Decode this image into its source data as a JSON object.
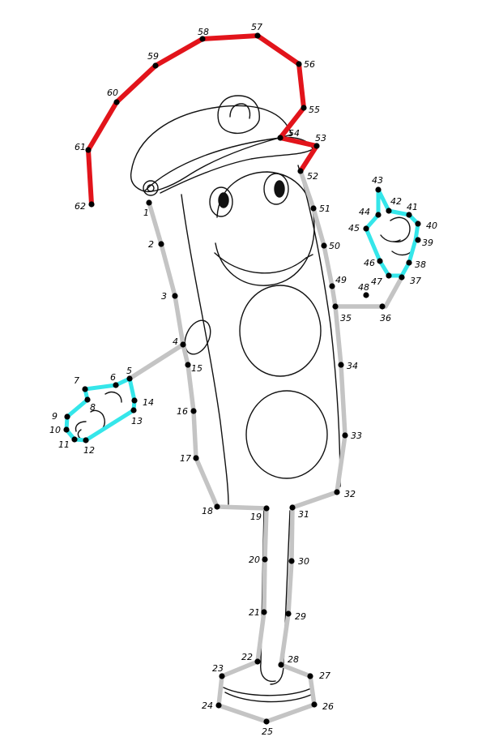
{
  "title": "",
  "colors": {
    "outline": "#111111",
    "path_gray": "#c4c4c4",
    "path_cyan": "#35e6ea",
    "path_red": "#e2141b",
    "dot": "#000000"
  },
  "labels": [
    "1",
    "2",
    "3",
    "4",
    "5",
    "6",
    "7",
    "8",
    "9",
    "10",
    "11",
    "12",
    "13",
    "14",
    "15",
    "16",
    "17",
    "18",
    "19",
    "20",
    "21",
    "22",
    "23",
    "24",
    "25",
    "26",
    "27",
    "28",
    "29",
    "30",
    "31",
    "32",
    "33",
    "34",
    "35",
    "36",
    "37",
    "38",
    "39",
    "40",
    "41",
    "42",
    "43",
    "44",
    "45",
    "46",
    "47",
    "48",
    "49",
    "50",
    "51",
    "52",
    "53",
    "54",
    "55",
    "56",
    "57",
    "58",
    "59",
    "60",
    "61",
    "62"
  ]
}
